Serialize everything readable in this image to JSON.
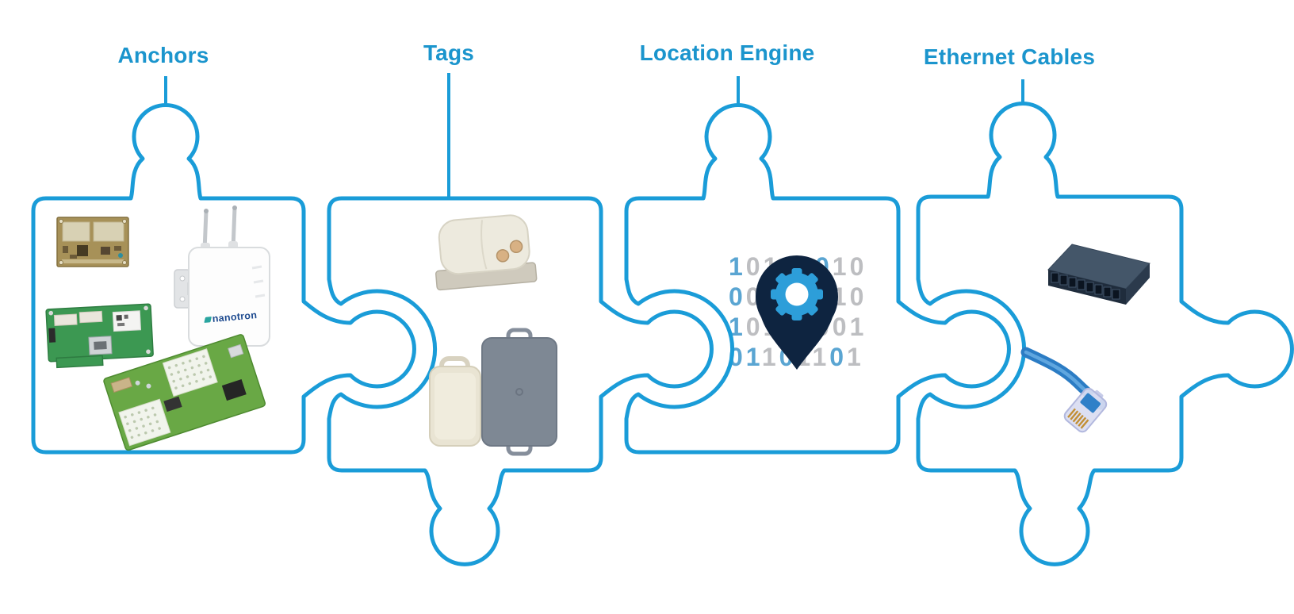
{
  "diagram": {
    "title_context": "RTLS components puzzle diagram",
    "labels": {
      "anchors": "Anchors",
      "tags": "Tags",
      "location_engine": "Location Engine",
      "ethernet_cables": "Ethernet Cables"
    },
    "anchor_ap_logo": "nanotron",
    "binary_rows": [
      {
        "digits": "10101010",
        "colors": "bggbgbgg"
      },
      {
        "digits": "00101010",
        "colors": "bgbggbgg"
      },
      {
        "digits": "10101001",
        "colors": "bggbbggg"
      },
      {
        "digits": "01101101",
        "colors": "bbgbggbg"
      }
    ],
    "colors": {
      "outline_blue": "#1a9cd8",
      "label_blue": "#1b95cd",
      "pin_navy": "#0e2440",
      "gear_blue": "#2d9ed9",
      "binary_blue": "#5aa5d2",
      "binary_gray": "#bdbec1",
      "nanotron_navy": "#1d4a8f"
    }
  }
}
